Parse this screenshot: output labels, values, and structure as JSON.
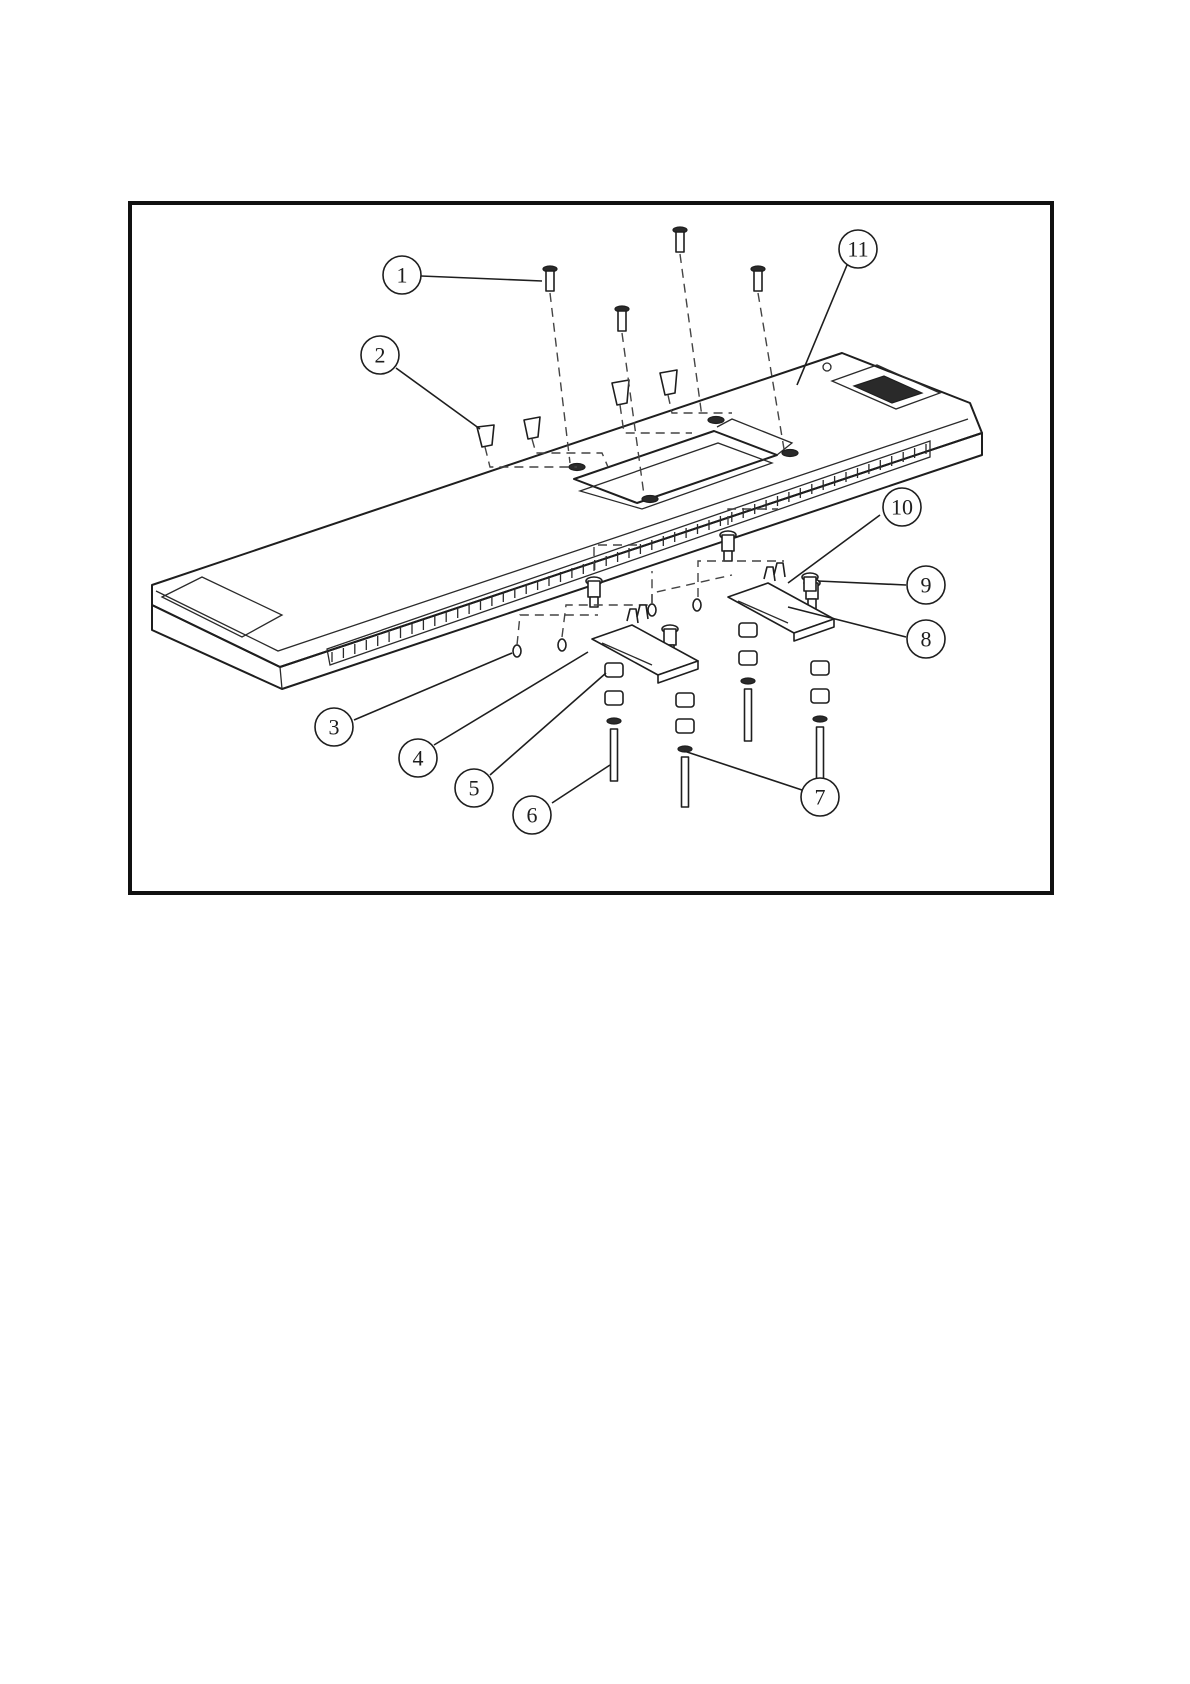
{
  "callouts": [
    {
      "num": "1"
    },
    {
      "num": "2"
    },
    {
      "num": "3"
    },
    {
      "num": "4"
    },
    {
      "num": "5"
    },
    {
      "num": "6"
    },
    {
      "num": "7"
    },
    {
      "num": "8"
    },
    {
      "num": "9"
    },
    {
      "num": "10"
    },
    {
      "num": "11"
    }
  ],
  "colors": {
    "line": "#1e1e1e",
    "frame": "#111111",
    "background": "#ffffff"
  }
}
